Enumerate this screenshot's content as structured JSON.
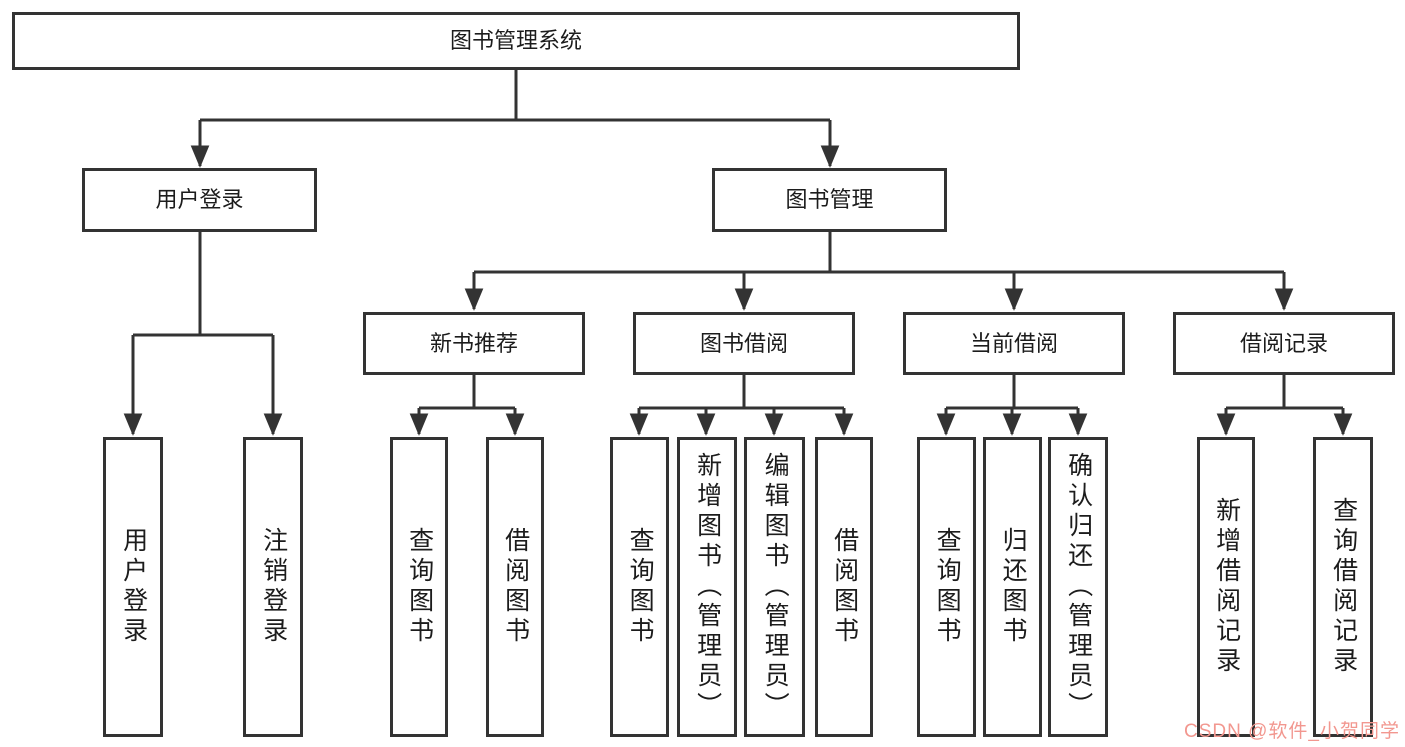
{
  "tree": {
    "label": "图书管理系统",
    "children": [
      {
        "label": "用户登录",
        "children": [
          {
            "label": "用户登录"
          },
          {
            "label": "注销登录"
          }
        ]
      },
      {
        "label": "图书管理",
        "children": [
          {
            "label": "新书推荐",
            "children": [
              {
                "label": "查询图书"
              },
              {
                "label": "借阅图书"
              }
            ]
          },
          {
            "label": "图书借阅",
            "children": [
              {
                "label": "查询图书"
              },
              {
                "label": "新增图书（管理员）"
              },
              {
                "label": "编辑图书（管理员）"
              },
              {
                "label": "借阅图书"
              }
            ]
          },
          {
            "label": "当前借阅",
            "children": [
              {
                "label": "查询图书"
              },
              {
                "label": "归还图书"
              },
              {
                "label": "确认归还（管理员）"
              }
            ]
          },
          {
            "label": "借阅记录",
            "children": [
              {
                "label": "新增借阅记录"
              },
              {
                "label": "查询借阅记录"
              }
            ]
          }
        ]
      }
    ]
  },
  "watermark": "CSDN @软件_小贺同学",
  "colors": {
    "line": "#333333",
    "box_border": "#333333",
    "text": "#1c1c1c",
    "watermark": "#f2978f",
    "background": "#ffffff"
  }
}
